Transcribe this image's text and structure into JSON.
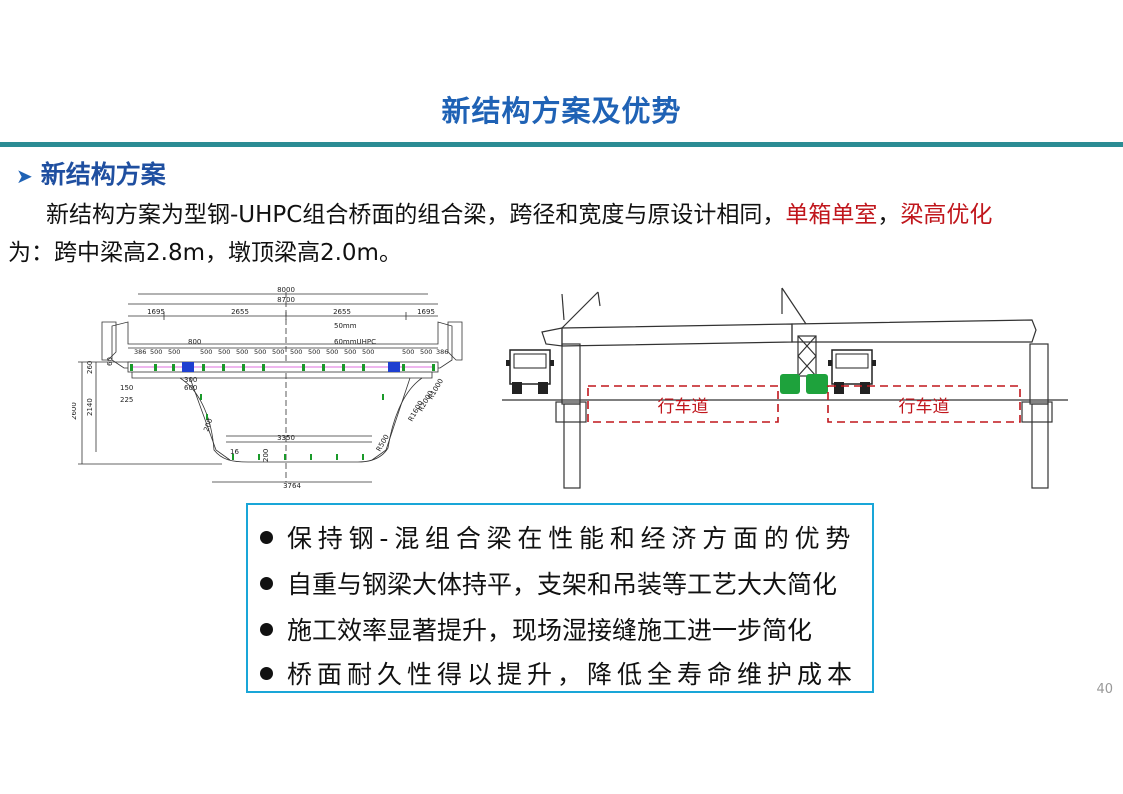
{
  "slide": {
    "title": "新结构方案及优势",
    "section_heading": "新结构方案",
    "paragraph": {
      "part1": "新结构方案为型钢-UHPC组合桥面的组合梁，跨径和宽度与原设计相同，",
      "red1": "单箱单室",
      "sep": "，",
      "red2": "梁高优化",
      "part2": "为：跨中梁高2.8m，墩顶梁高2.0m。"
    },
    "page_number": "40"
  },
  "drawing_left": {
    "dim_total_top": "8000",
    "dim_total": "8700",
    "dims_top": [
      "1695",
      "2655",
      "2655",
      "1695"
    ],
    "deck_note1": "50mm",
    "deck_note2": "60mmUHPC",
    "dims_spacing": [
      "386",
      "500",
      "500",
      "500",
      "500",
      "500",
      "500",
      "500",
      "500",
      "500",
      "500",
      "500",
      "500",
      "500",
      "500",
      "386"
    ],
    "label_800": "800",
    "label_300": "300",
    "label_600": "600",
    "height_total": "2600",
    "height_web": "2140",
    "height_flange": "260",
    "label_60": "60",
    "label_150": "150",
    "label_225": "225",
    "label_200": "200",
    "label_bottom_inner": "3350",
    "label_bottom_outer": "3764",
    "label_r1000": "R1000",
    "label_r2000": "R2000",
    "label_r1600": "R1600",
    "label_r500": "R500",
    "label_16": "16",
    "label_200b": "200"
  },
  "drawing_right": {
    "lane_left": "行车道",
    "lane_right": "行车道"
  },
  "advantages": [
    "保持钢-混组合梁在性能和经济方面的优势",
    "自重与钢梁大体持平，支架和吊装等工艺大大简化",
    "施工效率显著提升，现场湿接缝施工进一步简化",
    "桥面耐久性得以提升，降低全寿命维护成本"
  ],
  "colors": {
    "title": "#1f62b5",
    "rule": "#2b8c94",
    "emphasis": "#c0161c",
    "box_border": "#19a6d8",
    "lane_dash": "#c0161c",
    "green_block": "#1ea23c"
  }
}
